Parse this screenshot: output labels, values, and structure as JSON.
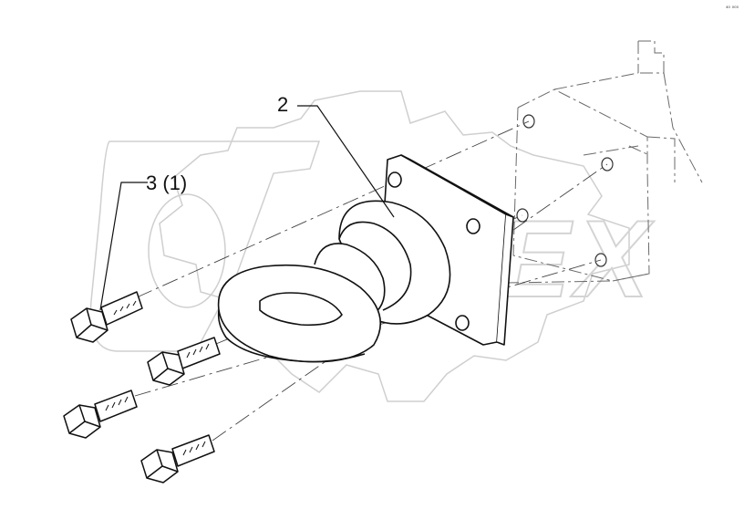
{
  "diagram": {
    "callouts": [
      {
        "id": "2",
        "label": "2"
      },
      {
        "id": "3",
        "label": "3 (1)"
      }
    ],
    "watermark_text": "OPEX",
    "corner_mark": "⁴⁰ ⁰⁰⁰"
  },
  "colors": {
    "line": "#111111",
    "phantom": "#6a6a6a",
    "watermark": "#c9c9c9",
    "background": "#ffffff"
  }
}
